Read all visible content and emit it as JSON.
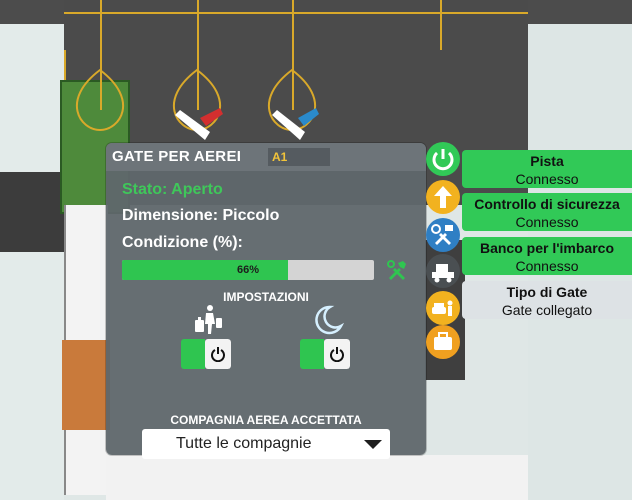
{
  "panel": {
    "title": "GATE PER AEREI",
    "gate_id": "A1",
    "status_text": "Stato: Aperto",
    "size_text": "Dimensione: Piccolo",
    "condition_label": "Condizione (%):",
    "condition_value": 0.66,
    "condition_text": "66%",
    "settings_title": "IMPOSTAZIONI",
    "airline_title": "COMPAGNIA AEREA ACCETTATA",
    "airline_selected": "Tutte le compagnie"
  },
  "connections": [
    {
      "title": "Pista",
      "status": "Connesso",
      "state": "connected"
    },
    {
      "title": "Controllo di sicurezza",
      "status": "Connesso",
      "state": "connected"
    },
    {
      "title": "Banco per l'imbarco",
      "status": "Connesso",
      "state": "connected"
    },
    {
      "title": "Tipo di Gate",
      "status": "Gate collegato",
      "state": "neutral"
    }
  ],
  "side_icons": [
    "power-icon",
    "arrow-up-icon",
    "tools-icon",
    "snowplow-icon",
    "car-service-icon",
    "luggage-icon"
  ],
  "colors": {
    "accent_green": "#2fc550",
    "status_green": "#3fc75a",
    "gate_id_yellow": "#f1c33a",
    "icon_yellow": "#f2b21f",
    "icon_blue": "#2f7fc4",
    "icon_orange": "#f0a020"
  }
}
